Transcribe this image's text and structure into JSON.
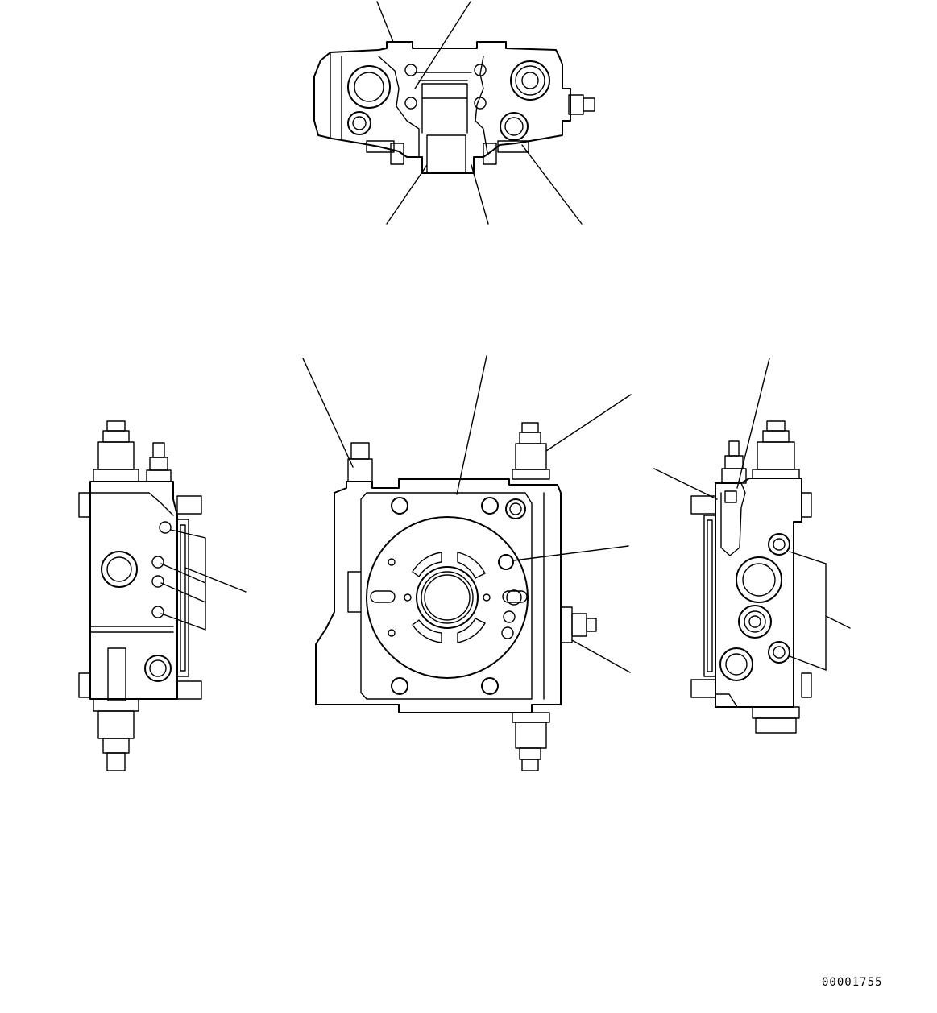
{
  "drawing": {
    "drawing_number": "00001755",
    "colors": {
      "line": "#000000",
      "background": "#ffffff"
    },
    "views": [
      "top-view",
      "front-view",
      "left-side-view",
      "right-side-view"
    ]
  }
}
